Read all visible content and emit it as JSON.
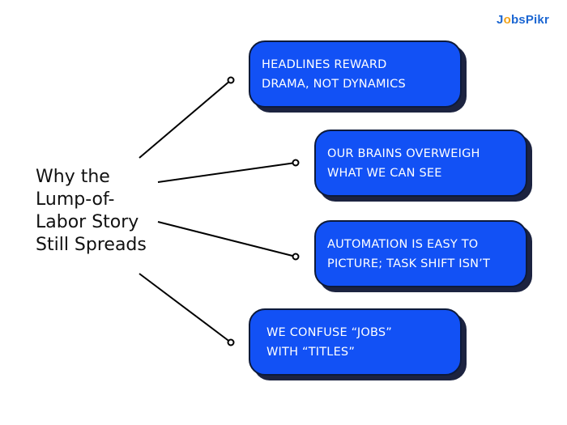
{
  "logo": {
    "before": "J",
    "dot": "o",
    "after": "bsPikr"
  },
  "title": {
    "lines": [
      "Why the",
      "Lump-of-",
      "Labor Story",
      "Still Spreads"
    ]
  },
  "cards": [
    {
      "lines": [
        "HEADLINES REWARD",
        "DRAMA, NOT DYNAMICS"
      ]
    },
    {
      "lines": [
        "OUR BRAINS OVERWEIGH",
        "WHAT WE CAN SEE"
      ]
    },
    {
      "lines": [
        "AUTOMATION IS EASY TO",
        "PICTURE; TASK SHIFT ISN’T"
      ]
    },
    {
      "lines": [
        "WE CONFUSE “JOBS”",
        "WITH “TITLES”"
      ]
    }
  ],
  "colors": {
    "card_fill": "#1251f5",
    "card_shadow": "#1c2340",
    "logo": "#1b66d2",
    "logo_accent": "#f0a21a"
  }
}
